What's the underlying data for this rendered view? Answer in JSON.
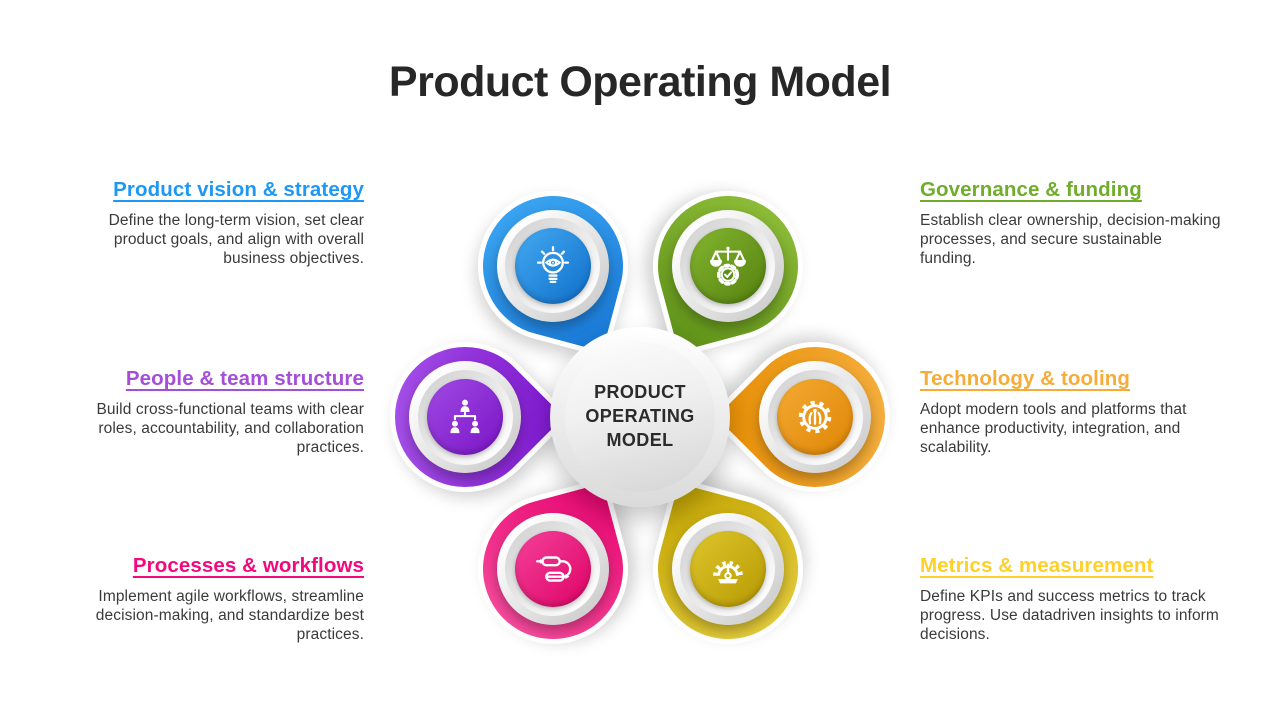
{
  "title": "Product Operating Model",
  "center_label": "PRODUCT OPERATING MODEL",
  "petals": [
    {
      "name": "product-vision",
      "color": "#1D98F5",
      "icon": "lightbulb-eye-icon"
    },
    {
      "name": "governance",
      "color": "#70AD2B",
      "icon": "balance-scale-gear-check-icon"
    },
    {
      "name": "people",
      "color": "#A44EDA",
      "icon": "org-chart-people-icon"
    },
    {
      "name": "technology",
      "color": "#F5AC38",
      "icon": "gear-circuit-icon"
    },
    {
      "name": "processes",
      "color": "#F2097E",
      "icon": "workflow-snake-arrows-icon"
    },
    {
      "name": "metrics",
      "color": "#E3C51D",
      "icon": "speedometer-gear-icon"
    }
  ],
  "sections": {
    "left": [
      {
        "title": "Product vision & strategy",
        "color": "#1D98F5",
        "body": "Define the long-term vision, set clear product goals, and align with overall business objectives."
      },
      {
        "title": "People & team structure",
        "color": "#A44EDA",
        "body": "Build cross-functional teams with clear roles, accountability, and collabo­ration practices."
      },
      {
        "title": "Processes & workflows",
        "color": "#F2097E",
        "body": "Implement agile workflows, streamline decision-making, and standardize best practices."
      }
    ],
    "right": [
      {
        "title": "Governance & funding",
        "color": "#70AD2B",
        "body": "Establish clear ownership, decision-making processes, and secure sustainable funding."
      },
      {
        "title": "Technology & tooling",
        "color": "#F5AC38",
        "body": "Adopt modern tools and platforms that enhance productivity, integration, and scalability."
      },
      {
        "title": "Metrics & measurement",
        "color": "#FFD028",
        "body": "Define KPIs and success metrics to track progress. Use datadriven insights to inform decisions."
      }
    ]
  }
}
